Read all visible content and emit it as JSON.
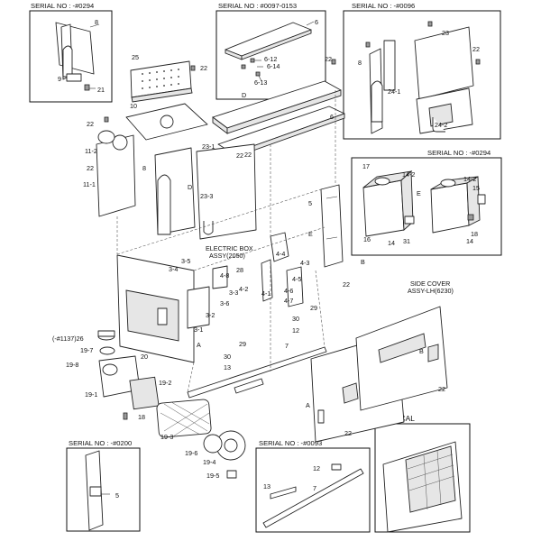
{
  "inset_titles": [
    {
      "id": "ser-0294-a",
      "text": "SERIAL NO : -#0294"
    },
    {
      "id": "ser-0097",
      "text": "SERIAL NO : #0097-0153"
    },
    {
      "id": "ser-0096",
      "text": "SERIAL NO : -#0096"
    },
    {
      "id": "ser-0294-b",
      "text": "SERIAL NO : -#0294"
    },
    {
      "id": "ser-0200",
      "text": "SERIAL NO : -#0200"
    },
    {
      "id": "ser-0093",
      "text": "SERIAL NO : -#0093"
    },
    {
      "id": "tropical",
      "text": "TROPICAL"
    }
  ],
  "notes": {
    "electric_box_1": "ELECTRIC BOX",
    "electric_box_2": "ASSY(2050)",
    "side_cover_1": "SIDE COVER",
    "side_cover_2": "ASSY-LH(6230)"
  },
  "callouts": [
    "8",
    "9",
    "21",
    "25",
    "22",
    "10",
    "6",
    "6-12",
    "6-14",
    "6-13",
    "22",
    "D",
    "6",
    "22",
    "8",
    "23",
    "22",
    "24-1",
    "24-2",
    "22",
    "11-2",
    "22",
    "11-1",
    "8",
    "23-1",
    "22",
    "D",
    "23-3",
    "17",
    "14-2",
    "E",
    "16",
    "14",
    "31",
    "14-2",
    "15",
    "14",
    "18",
    "5",
    "E",
    "B",
    "22",
    "3-5",
    "3-4",
    "28",
    "4-8",
    "4-2",
    "4-1",
    "4-4",
    "4-3",
    "4-5",
    "4-6",
    "4-7",
    "3-3",
    "3-6",
    "3-2",
    "29",
    "30",
    "12",
    "3-1",
    "A",
    "7",
    "29",
    "30",
    "13",
    "B",
    "22",
    "(-#1137)26",
    "19-7",
    "19-8",
    "19-1",
    "20",
    "19-2",
    "18",
    "19-3",
    "19-6",
    "19-4",
    "19-5",
    "A",
    "22",
    "5",
    "12",
    "13",
    "7"
  ]
}
